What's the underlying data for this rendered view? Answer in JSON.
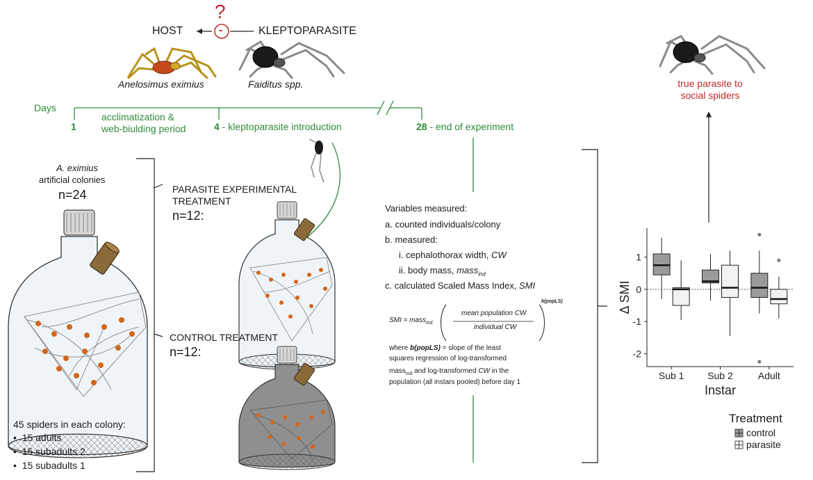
{
  "relation": {
    "host": "HOST",
    "kleptoparasite": "KLEPTOPARASITE",
    "question": "?",
    "effect": "-",
    "host_species": "Anelosimus eximius",
    "parasite_species": "Faiditus spp."
  },
  "timeline": {
    "label": "Days",
    "day1_num": "1",
    "day1_text_line1": "acclimatization &",
    "day1_text_line2": "web-biulding period",
    "day4_num": "4",
    "day4_text": " - kleptoparasite introduction",
    "day28_num": "28",
    "day28_text": " - end of experiment"
  },
  "colonies": {
    "species": "A. eximius",
    "label": "artificial colonies",
    "n": "n=24",
    "spiders_heading": "45 spiders in each colony:",
    "bullets": [
      "15 adults",
      "15 subadults 2",
      "15 subadults 1"
    ]
  },
  "treatments": {
    "parasite_line1": "PARASITE EXPERIMENTAL",
    "parasite_line2": "TREATMENT",
    "parasite_n": "n=12:",
    "control_label": "CONTROL TREATMENT",
    "control_n": "n=12:"
  },
  "variables": {
    "heading": "Variables measured:",
    "a": "a.  counted individuals/colony",
    "b": "b.  measured:",
    "bi_prefix": "i.   cephalothorax width, ",
    "bi_var": "CW",
    "bii_prefix": "ii.  body mass, ",
    "bii_var": "mass",
    "bii_sub": "ind",
    "c_prefix": "c.  calculated Scaled Mass Index, ",
    "c_var": "SMI",
    "formula_lhs": "SMI = mass",
    "formula_sub": "ind",
    "formula_num": "mean population CW",
    "formula_den": "individual CW",
    "formula_exp": "b(popLS)",
    "where_line1_prefix": "where ",
    "where_line1_b": "b(popLS)",
    "where_line1_suffix": " = slope of the least",
    "where_line2": "squares regression of log-transformed",
    "where_line3_mass": "mass",
    "where_line3_sub": "ind",
    "where_line3_rest": " and log-transformed ",
    "where_line3_cw": "CW",
    "where_line3_end": " in the",
    "where_line4": "population (all instars pooled) before day 1"
  },
  "result": {
    "line1": "true parasite to",
    "line2": "social spiders"
  },
  "colors": {
    "green": "#2e8b3a",
    "red": "#c0282c",
    "control_fill": "#9a9a9a",
    "parasite_fill": "#f2f2f2"
  },
  "chart_data": {
    "type": "box",
    "xlabel": "Instar",
    "ylabel": "Δ SMI",
    "categories": [
      "Sub 1",
      "Sub 2",
      "Adult"
    ],
    "ylim": [
      -2.4,
      1.9
    ],
    "yticks": [
      1,
      0,
      -1,
      -2
    ],
    "ytick_labels": [
      "1",
      "0",
      "-1",
      "-2"
    ],
    "reference_line": 0,
    "legend_title": "Treatment",
    "series": [
      {
        "name": "control",
        "boxes": [
          {
            "whisker_low": -0.3,
            "q1": 0.45,
            "median": 0.75,
            "q3": 1.1,
            "whisker_high": 1.6,
            "outliers": []
          },
          {
            "whisker_low": -0.35,
            "q1": 0.2,
            "median": 0.25,
            "q3": 0.6,
            "whisker_high": 1.1,
            "outliers": []
          },
          {
            "whisker_low": -0.75,
            "q1": -0.25,
            "median": 0.05,
            "q3": 0.5,
            "whisker_high": 1.2,
            "outliers": [
              1.7,
              -2.25
            ]
          }
        ]
      },
      {
        "name": "parasite",
        "boxes": [
          {
            "whisker_low": -0.95,
            "q1": -0.5,
            "median": 0.0,
            "q3": 0.05,
            "whisker_high": 0.9,
            "outliers": []
          },
          {
            "whisker_low": -1.45,
            "q1": -0.25,
            "median": 0.05,
            "q3": 0.75,
            "whisker_high": 1.2,
            "outliers": []
          },
          {
            "whisker_low": -0.9,
            "q1": -0.45,
            "median": -0.3,
            "q3": 0.0,
            "whisker_high": 0.4,
            "outliers": [
              0.9
            ]
          }
        ]
      }
    ]
  }
}
